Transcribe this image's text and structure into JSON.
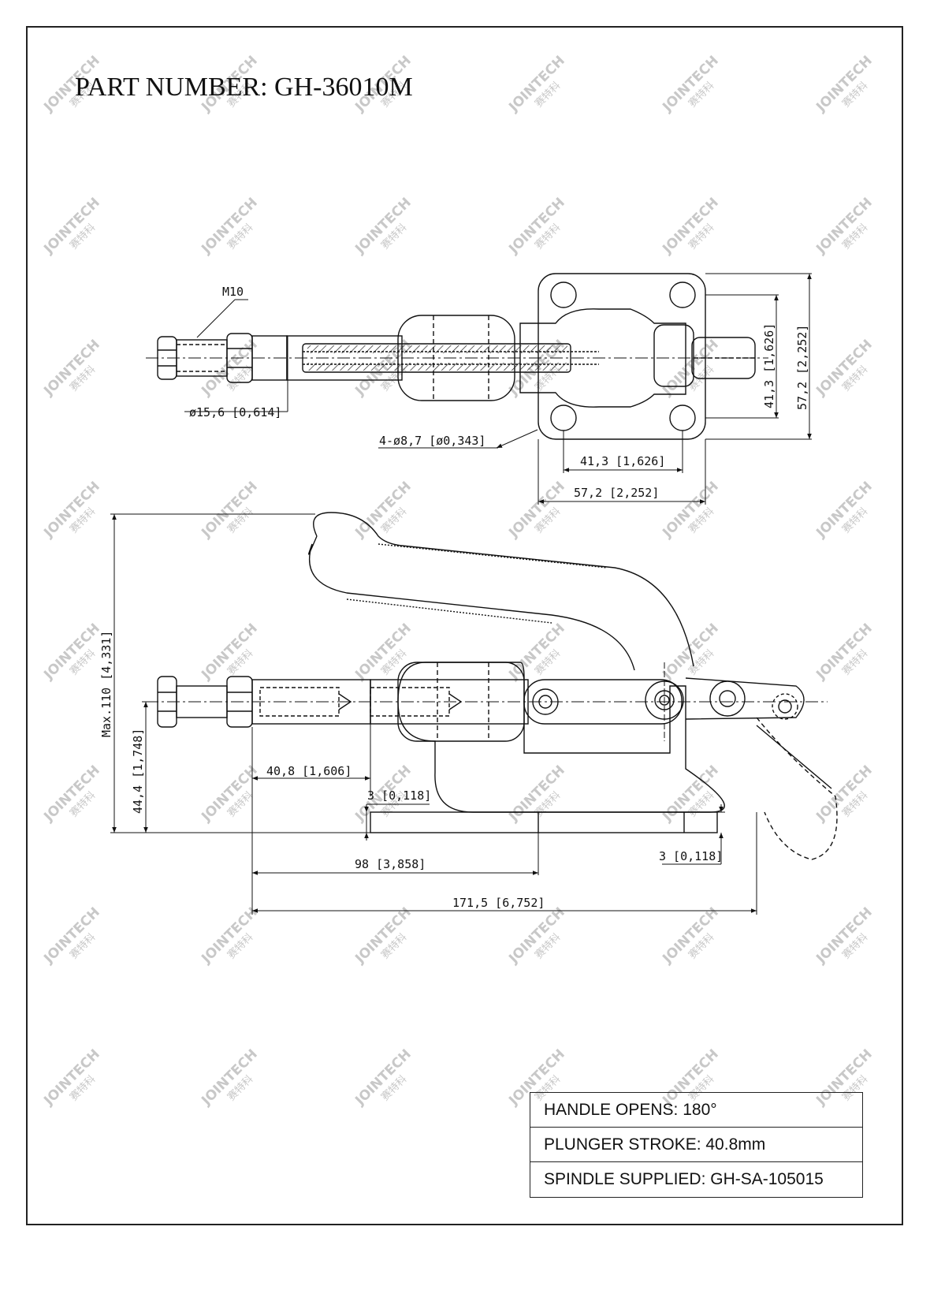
{
  "title": "PART NUMBER:  GH-36010M",
  "watermark": {
    "brand": "JOINTECH",
    "brand_cn": "赛特科"
  },
  "top_view": {
    "thread_label": "M10",
    "plunger_diameter": "ø15,6 [0,614]",
    "holes": "4-ø8,7 [ø0,343]",
    "hole_spacing_v": "41,3 [1,626]",
    "base_width_v": "57,2 [2,252]",
    "hole_spacing_h": "41,3 [1,626]",
    "base_width_h": "57,2 [2,252]"
  },
  "side_view": {
    "max_height": "Max.110 [4,331]",
    "axis_height": "44,4 [1,748]",
    "stroke": "40,8 [1,606]",
    "base_thickness_left": "3 [0,118]",
    "base_length": "98 [3,858]",
    "base_thickness_right": "3 [0,118]",
    "overall_length": "171,5 [6,752]"
  },
  "specs": [
    "HANDLE OPENS: 180°",
    "PLUNGER STROKE: 40.8mm",
    "SPINDLE SUPPLIED: GH-SA-105015"
  ]
}
